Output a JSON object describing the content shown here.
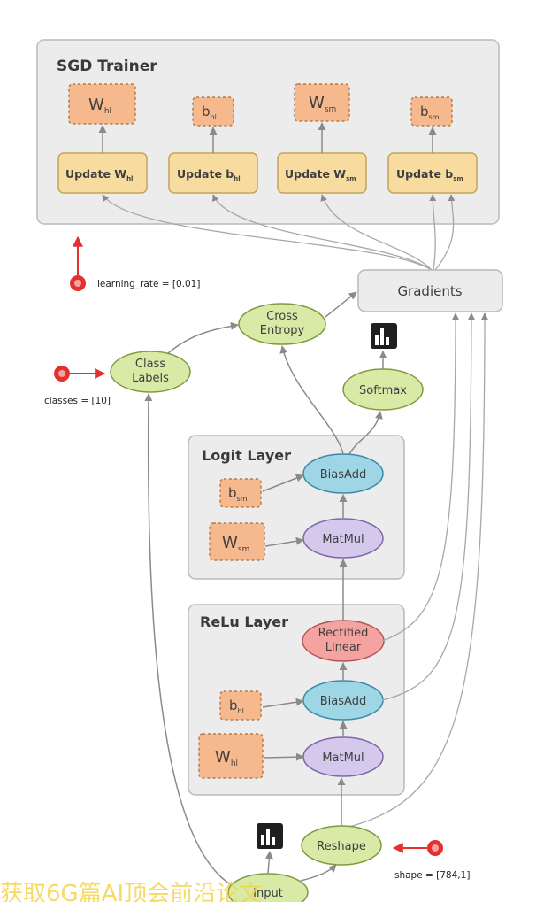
{
  "sgd": {
    "title": "SGD Trainer"
  },
  "params_top": [
    {
      "base": "W",
      "sub": "hl"
    },
    {
      "base": "b",
      "sub": "hl"
    },
    {
      "base": "W",
      "sub": "sm"
    },
    {
      "base": "b",
      "sub": "sm"
    }
  ],
  "updates": [
    {
      "base": "Update W",
      "sub": "hl"
    },
    {
      "base": "Update b",
      "sub": "hl"
    },
    {
      "base": "Update W",
      "sub": "sm"
    },
    {
      "base": "Update b",
      "sub": "sm"
    }
  ],
  "learning_rate": "learning_rate = [0.01]",
  "gradients": "Gradients",
  "cross_entropy": [
    "Cross",
    "Entropy"
  ],
  "class_labels": [
    "Class",
    "Labels"
  ],
  "classes": "classes = [10]",
  "softmax": "Softmax",
  "logit_layer": {
    "title": "Logit Layer",
    "biasadd": "BiasAdd",
    "matmul": "MatMul",
    "b": {
      "base": "b",
      "sub": "sm"
    },
    "w": {
      "base": "W",
      "sub": "sm"
    }
  },
  "relu_layer": {
    "title": "ReLu Layer",
    "rectified": [
      "Rectified",
      "Linear"
    ],
    "biasadd": "BiasAdd",
    "matmul": "MatMul",
    "b": {
      "base": "b",
      "sub": "hl"
    },
    "w": {
      "base": "W",
      "sub": "hl"
    }
  },
  "reshape": "Reshape",
  "shape": "shape = [784,1]",
  "input": "Input",
  "watermark": "获取6G篇AI顶会前沿论文",
  "colors": {
    "panel": "#ececec",
    "panel_stroke": "#b9b9b9",
    "param_fill": "#f6b98d",
    "update_fill": "#f8dc9f",
    "green_node": "#d9e9a6",
    "blue_node": "#9fd6e6",
    "purple_node": "#d4c8ec",
    "red_node": "#f4a3a1",
    "edge": "#9a9a9a",
    "red": "#e2312f"
  }
}
